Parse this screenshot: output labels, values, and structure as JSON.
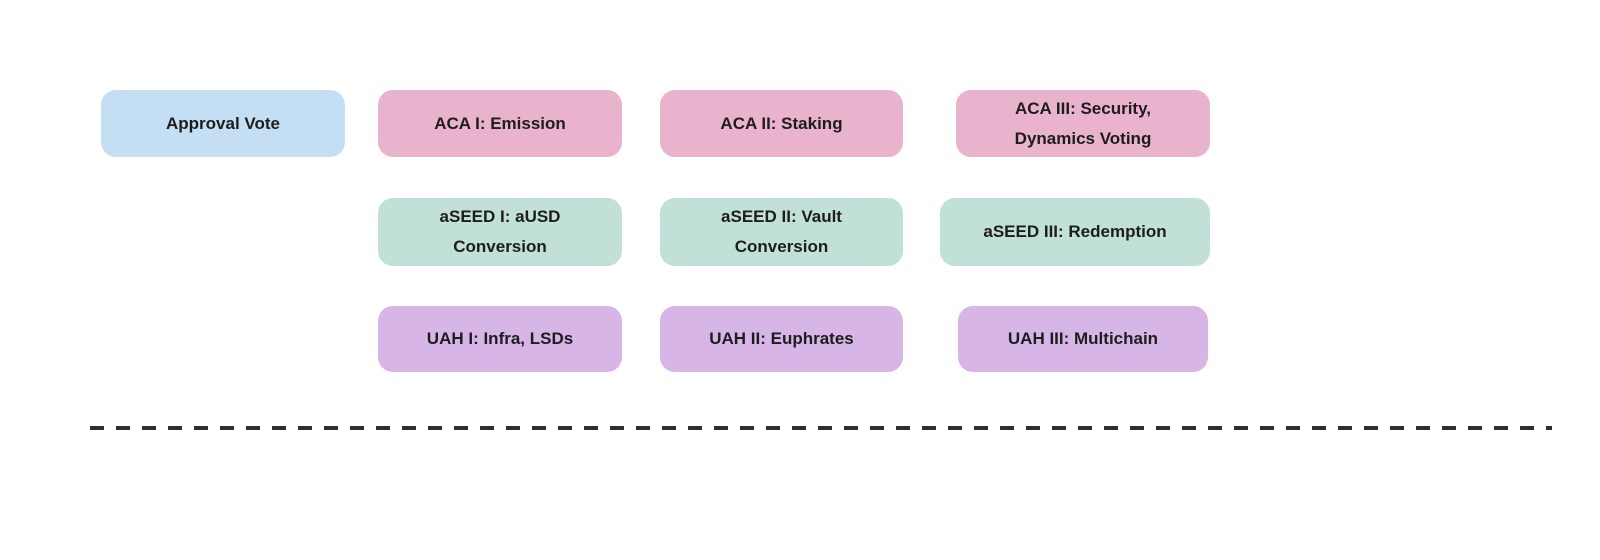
{
  "palette": {
    "approval_box": "#c4def4",
    "aca_box": "#eab3cd",
    "aseed_box": "#c1e0d7",
    "uah_box": "#d7b5e7",
    "separator_line": "#2e2e2e",
    "label_text": "#1d1d1d",
    "background": "#ffffff"
  },
  "diagram": {
    "rows": [
      {
        "boxes": [
          {
            "label": "Approval Vote",
            "color": "blue"
          },
          {
            "label": "ACA I: Emission",
            "color": "pink"
          },
          {
            "label": "ACA II: Staking",
            "color": "pink"
          },
          {
            "label": "ACA III: Security, Dynamics Voting",
            "color": "pink"
          }
        ]
      },
      {
        "boxes": [
          {
            "label": "aSEED I: aUSD Conversion",
            "color": "teal"
          },
          {
            "label": "aSEED II: Vault Conversion",
            "color": "teal"
          },
          {
            "label": "aSEED III: Redemption",
            "color": "teal"
          }
        ]
      },
      {
        "boxes": [
          {
            "label": "UAH I: Infra, LSDs",
            "color": "purple"
          },
          {
            "label": "UAH II: Euphrates",
            "color": "purple"
          },
          {
            "label": "UAH III: Multichain",
            "color": "purple"
          }
        ]
      }
    ],
    "separator": {
      "style": "dashed"
    }
  }
}
